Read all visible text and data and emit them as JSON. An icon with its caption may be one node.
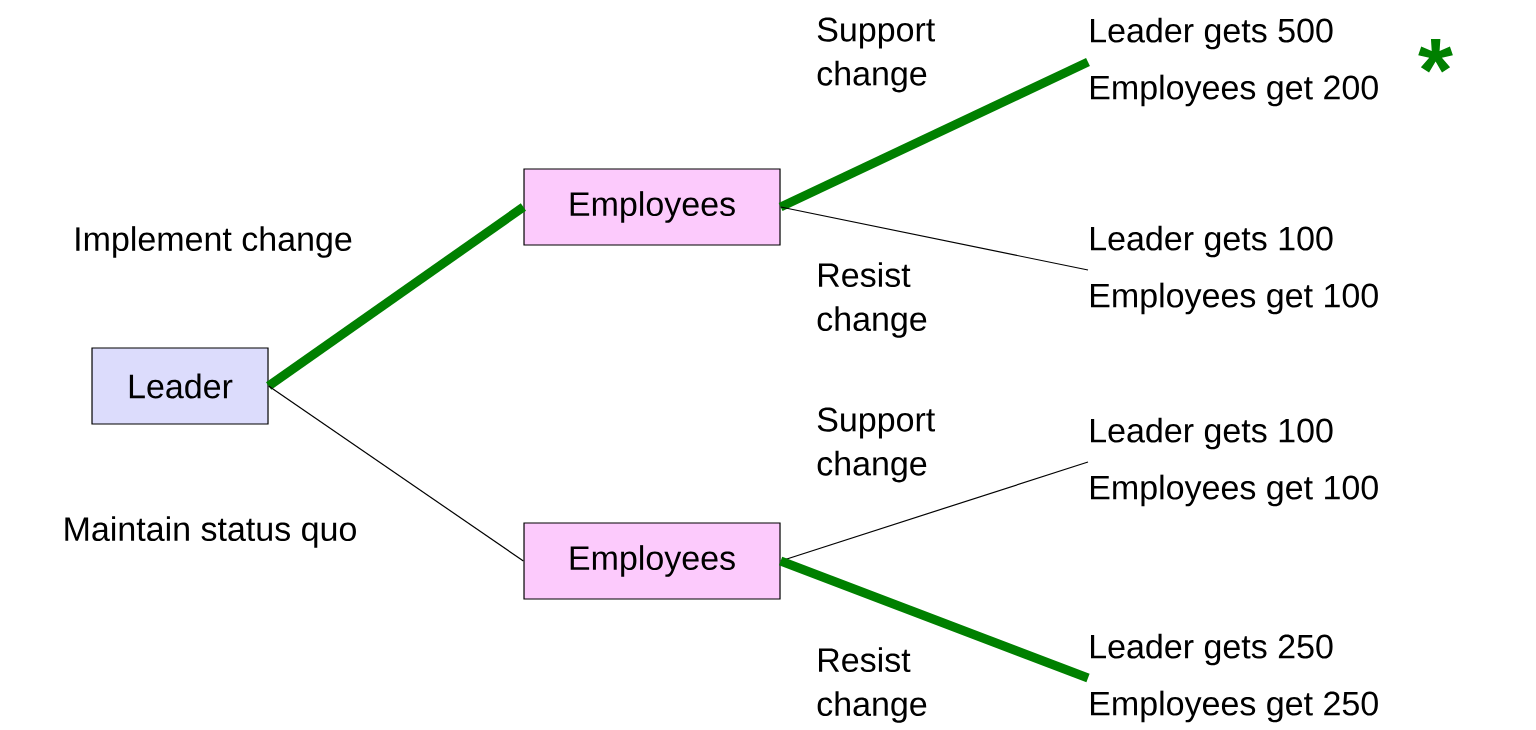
{
  "diagram": {
    "nodes": [
      {
        "text": [
          "Leader"
        ]
      },
      {
        "text": [
          "Employees"
        ]
      },
      {
        "text": [
          "Employees"
        ]
      },
      {
        "text": [
          "Leader gets 500",
          "Employees get 200"
        ],
        "beside": [
          "*"
        ]
      },
      {
        "text": [
          "Leader gets 100",
          "Employees get 100"
        ]
      },
      {
        "text": [
          "Leader gets 100",
          "Employees get 100"
        ]
      },
      {
        "text": [
          "Leader gets 250",
          "Employees get 250"
        ]
      }
    ],
    "edges": [
      {
        "from": 0,
        "to": 1,
        "arrow": "none",
        "label": "Implement change",
        "style": "thick",
        "color": "#008000"
      },
      {
        "from": 0,
        "to": 2,
        "arrow": "none",
        "label": "Maintain status quo",
        "color": "#000000"
      },
      {
        "from": 1,
        "to": 3,
        "arrow": "none",
        "label": "Support change",
        "style": "thick",
        "color": "#008000"
      },
      {
        "from": 1,
        "to": 4,
        "arrow": "none",
        "label": "Resist change",
        "color": "#000000"
      },
      {
        "from": 2,
        "to": 5,
        "arrow": "none",
        "label": "Support change",
        "color": "#000000"
      },
      {
        "from": 2,
        "to": 6,
        "arrow": "none",
        "label": "Resist change",
        "style": "thick",
        "color": "#008000"
      }
    ]
  }
}
